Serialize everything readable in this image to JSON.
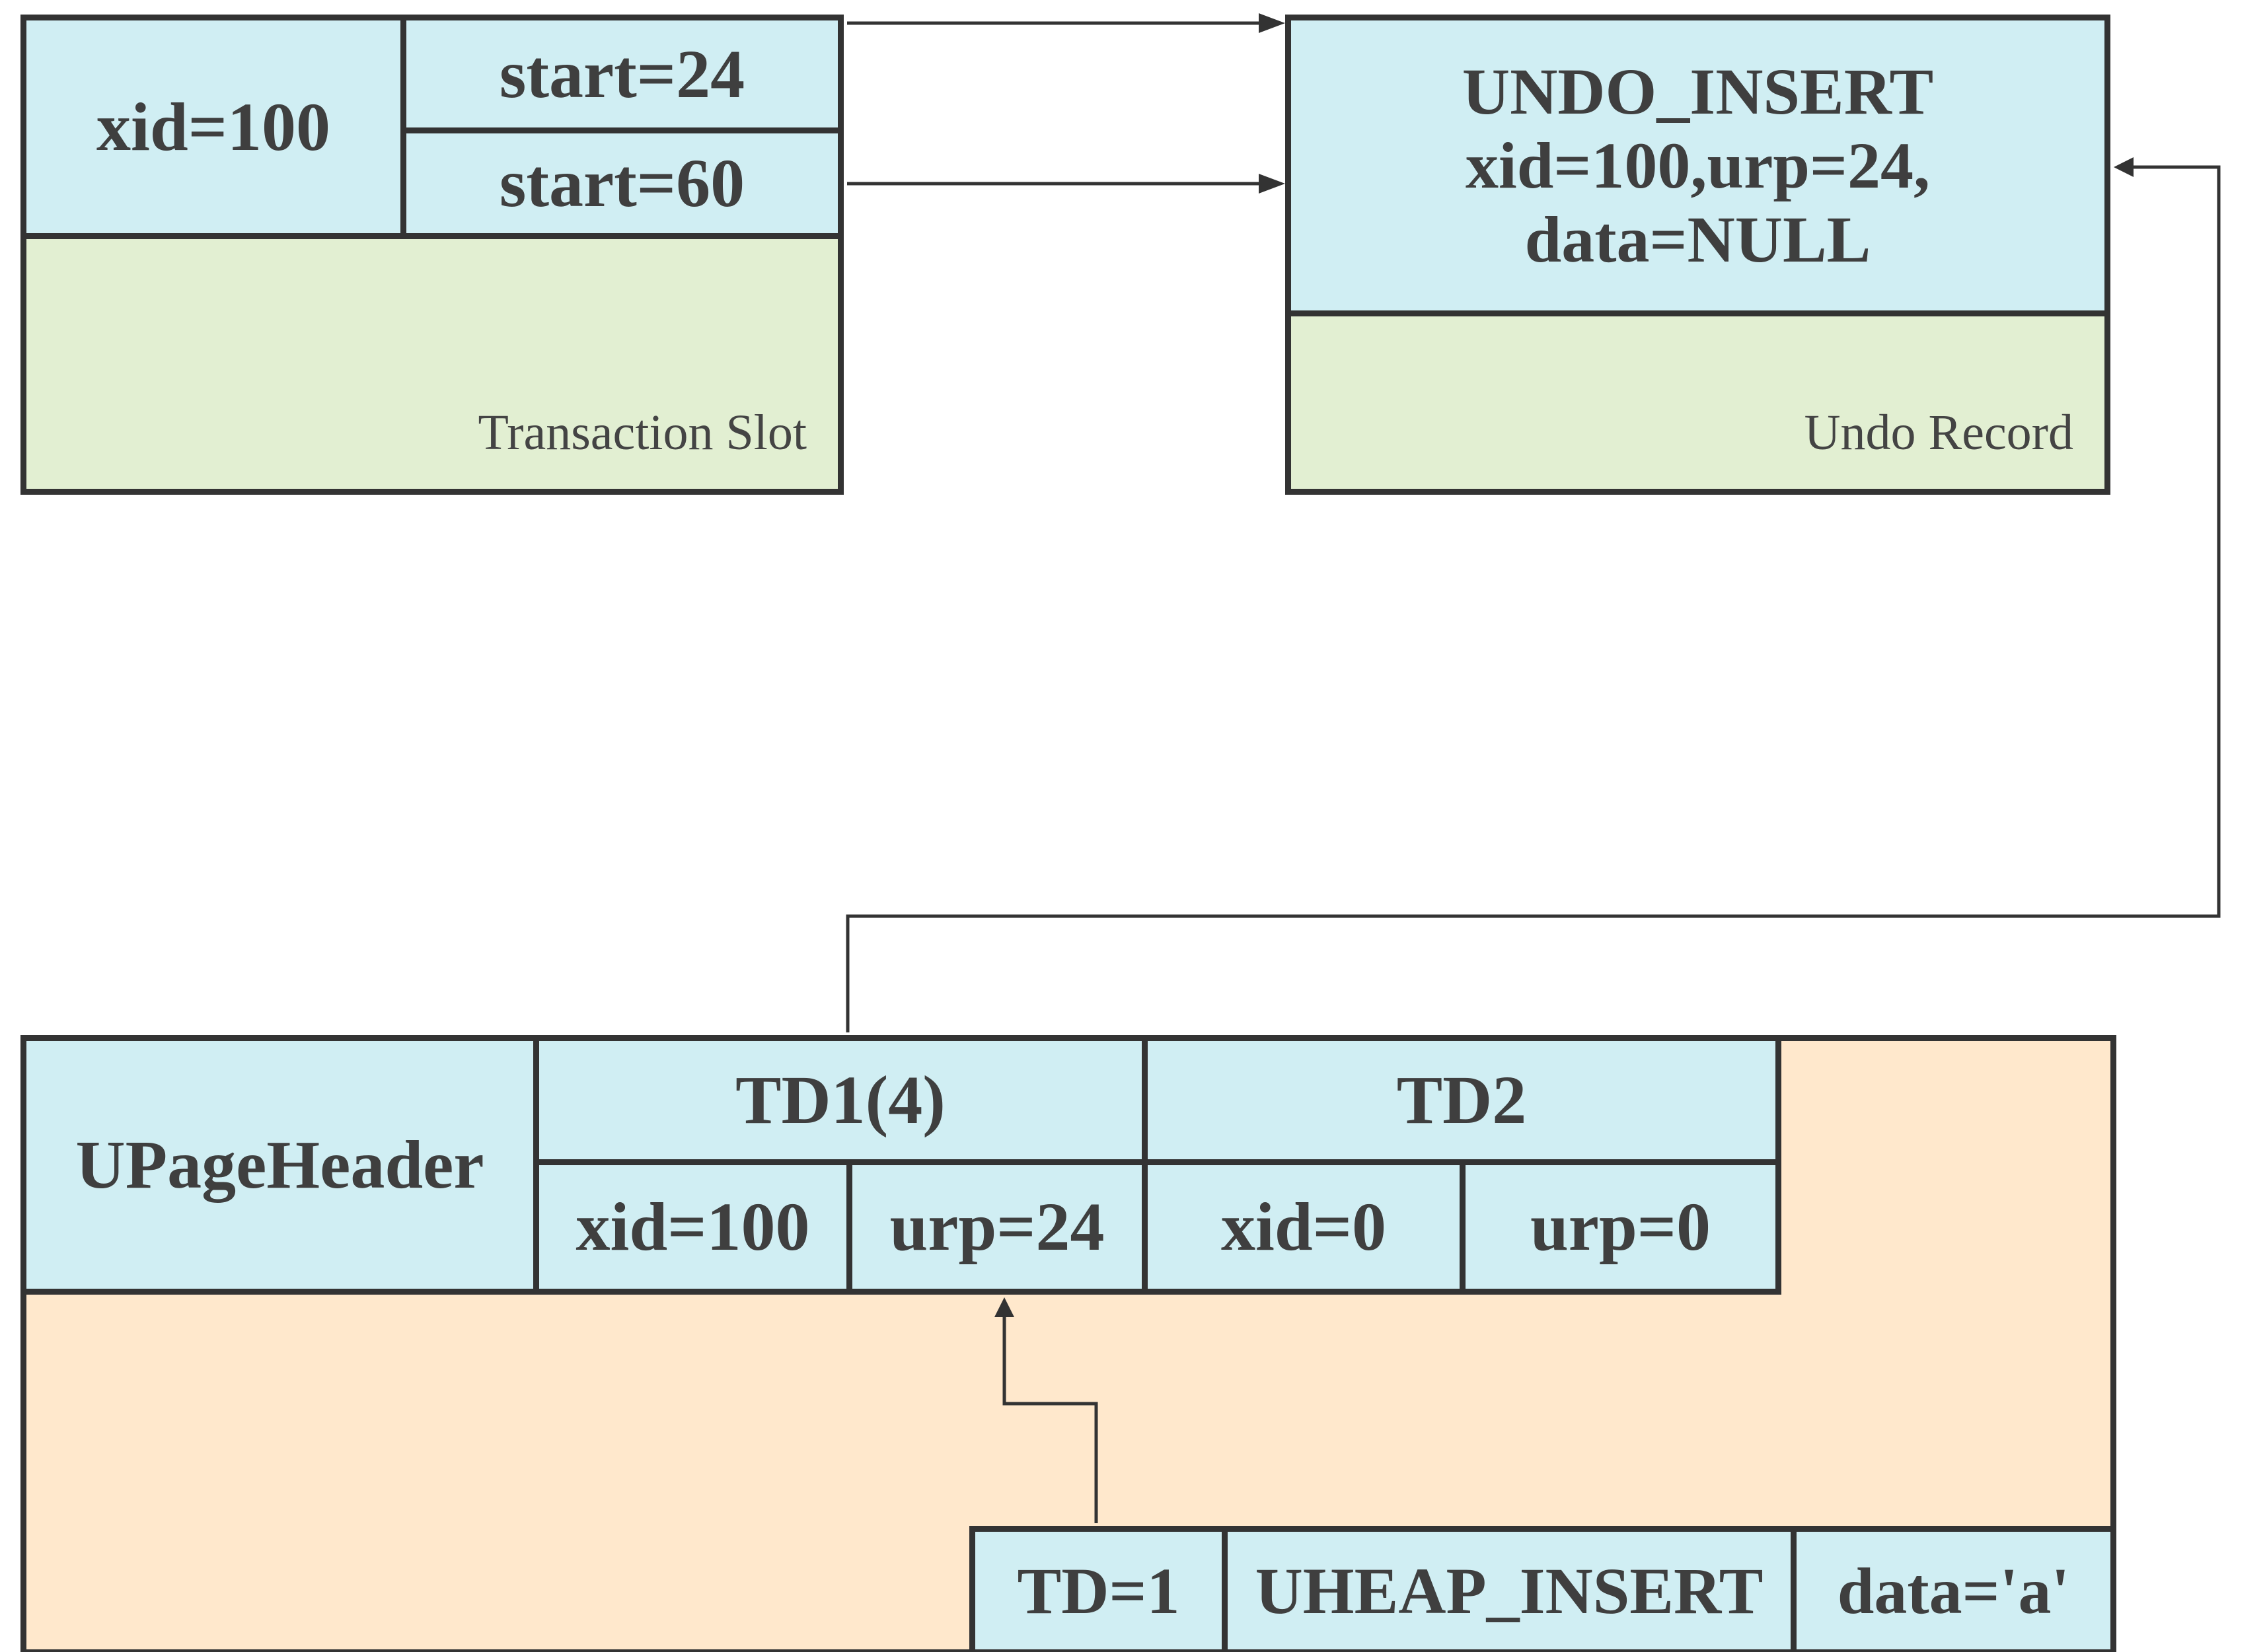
{
  "transaction_slot": {
    "xid": "xid=100",
    "start1": "start=24",
    "start2": "start=60",
    "label": "Transaction Slot"
  },
  "undo_record": {
    "line1": "UNDO_INSERT",
    "line2": "xid=100,urp=24,",
    "line3": "data=NULL",
    "label": "Undo Record"
  },
  "upage": {
    "header": "UPageHeader",
    "td1": {
      "title": "TD1(4)",
      "xid": "xid=100",
      "urp": "urp=24"
    },
    "td2": {
      "title": "TD2",
      "xid": "xid=0",
      "urp": "urp=0"
    },
    "tuple": {
      "td": "TD=1",
      "op": "UHEAP_INSERT",
      "data": "data='a'"
    }
  },
  "colors": {
    "cell_fill": "#d0eef3",
    "footer_fill": "#e2efd2",
    "page_fill": "#ffe8cc",
    "border": "#333333",
    "text": "#3f3f3f"
  }
}
